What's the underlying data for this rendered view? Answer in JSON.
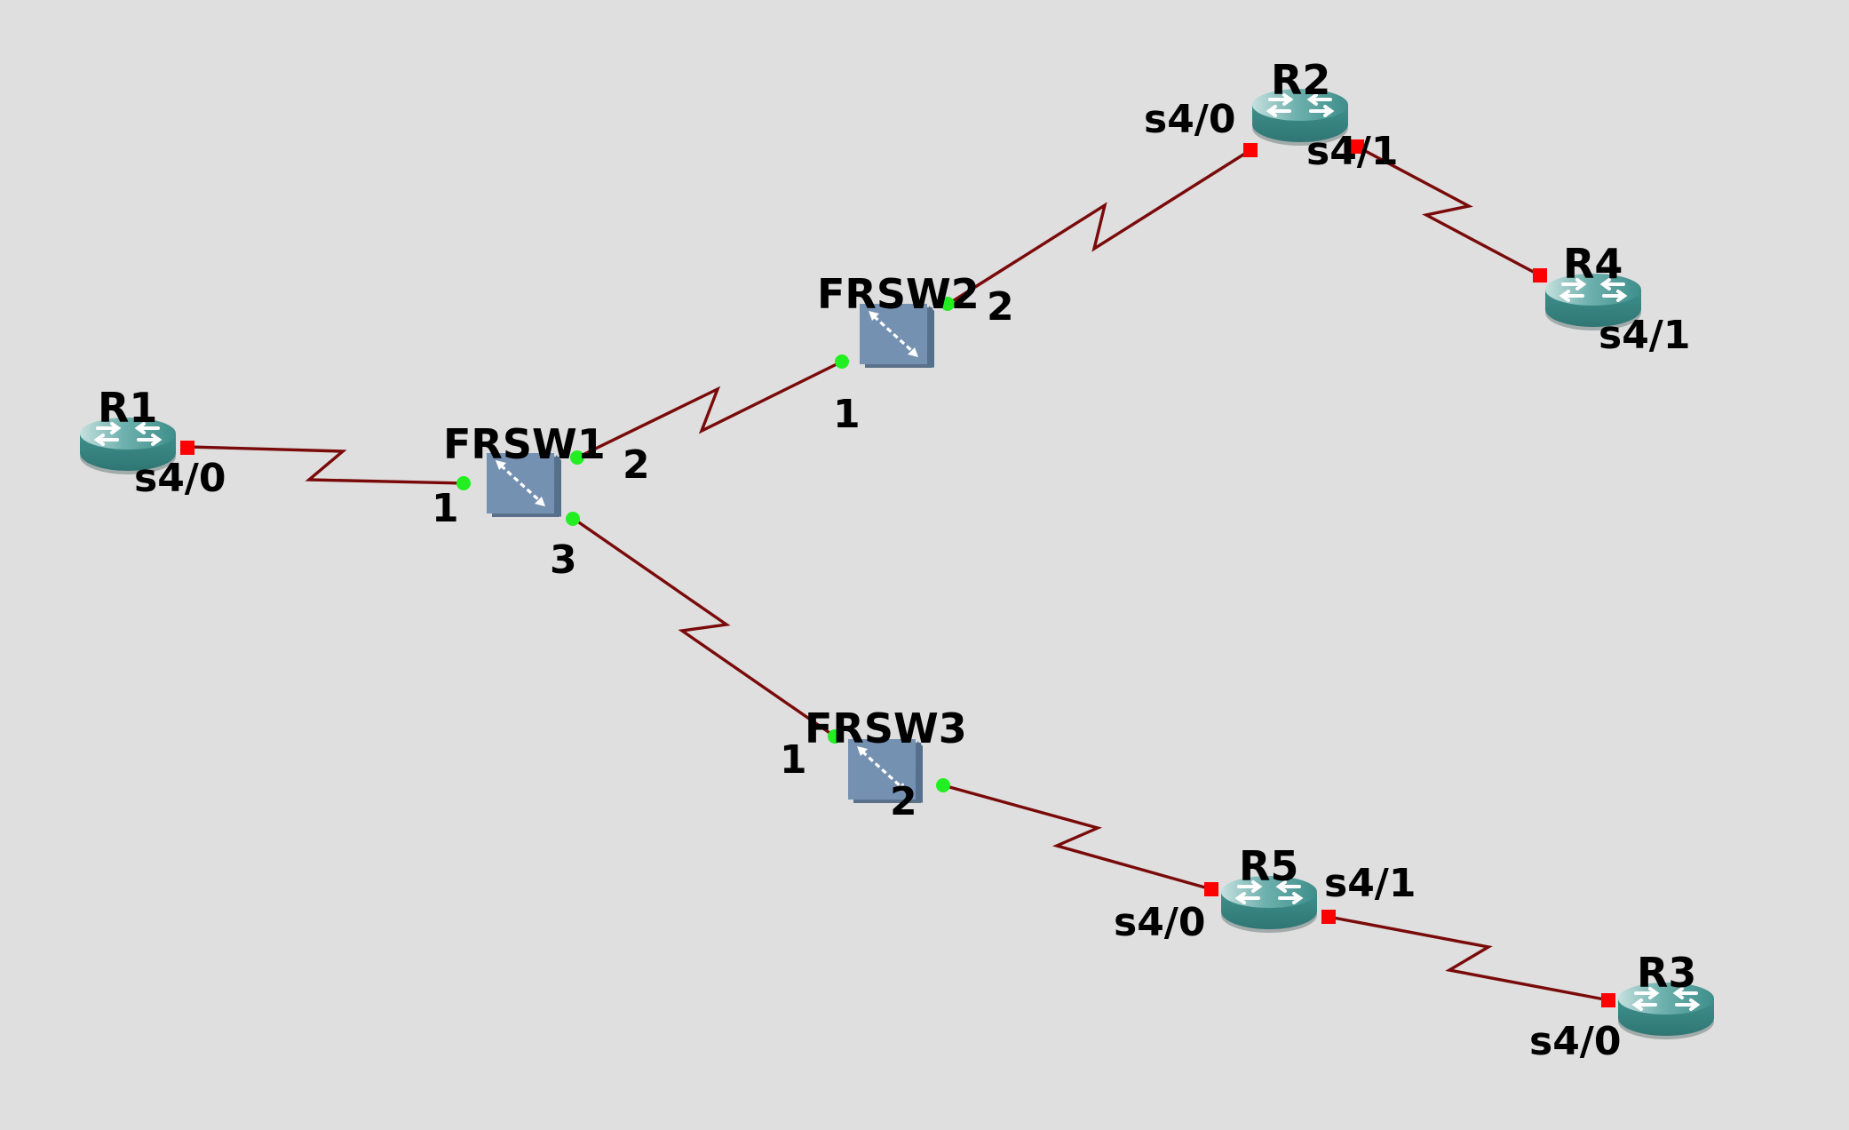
{
  "topology": {
    "routers": [
      {
        "id": "R1",
        "label": "R1"
      },
      {
        "id": "R2",
        "label": "R2"
      },
      {
        "id": "R3",
        "label": "R3"
      },
      {
        "id": "R4",
        "label": "R4"
      },
      {
        "id": "R5",
        "label": "R5"
      }
    ],
    "switches": [
      {
        "id": "FRSW1",
        "label": "FRSW1"
      },
      {
        "id": "FRSW2",
        "label": "FRSW2"
      },
      {
        "id": "FRSW3",
        "label": "FRSW3"
      }
    ],
    "links": [
      {
        "a": "R1",
        "a_port": "s4/0",
        "b": "FRSW1",
        "b_port": "1"
      },
      {
        "a": "FRSW1",
        "a_port": "2",
        "b": "FRSW2",
        "b_port": "1"
      },
      {
        "a": "FRSW1",
        "a_port": "3",
        "b": "FRSW3",
        "b_port": "1"
      },
      {
        "a": "FRSW2",
        "a_port": "2",
        "b": "R2",
        "b_port": "s4/0"
      },
      {
        "a": "R2",
        "a_port": "s4/1",
        "b": "R4",
        "b_port": "s4/1"
      },
      {
        "a": "FRSW3",
        "a_port": "2",
        "b": "R5",
        "b_port": "s4/0"
      },
      {
        "a": "R5",
        "a_port": "s4/1",
        "b": "R3",
        "b_port": "s4/0"
      }
    ]
  },
  "colors": {
    "background": "#dfdfdf",
    "link": "#7a0a0a",
    "router_port": "#ff0000",
    "switch_port": "#22ee22",
    "router_body": "#3a8c8a",
    "switch_body": "#7590b0"
  }
}
